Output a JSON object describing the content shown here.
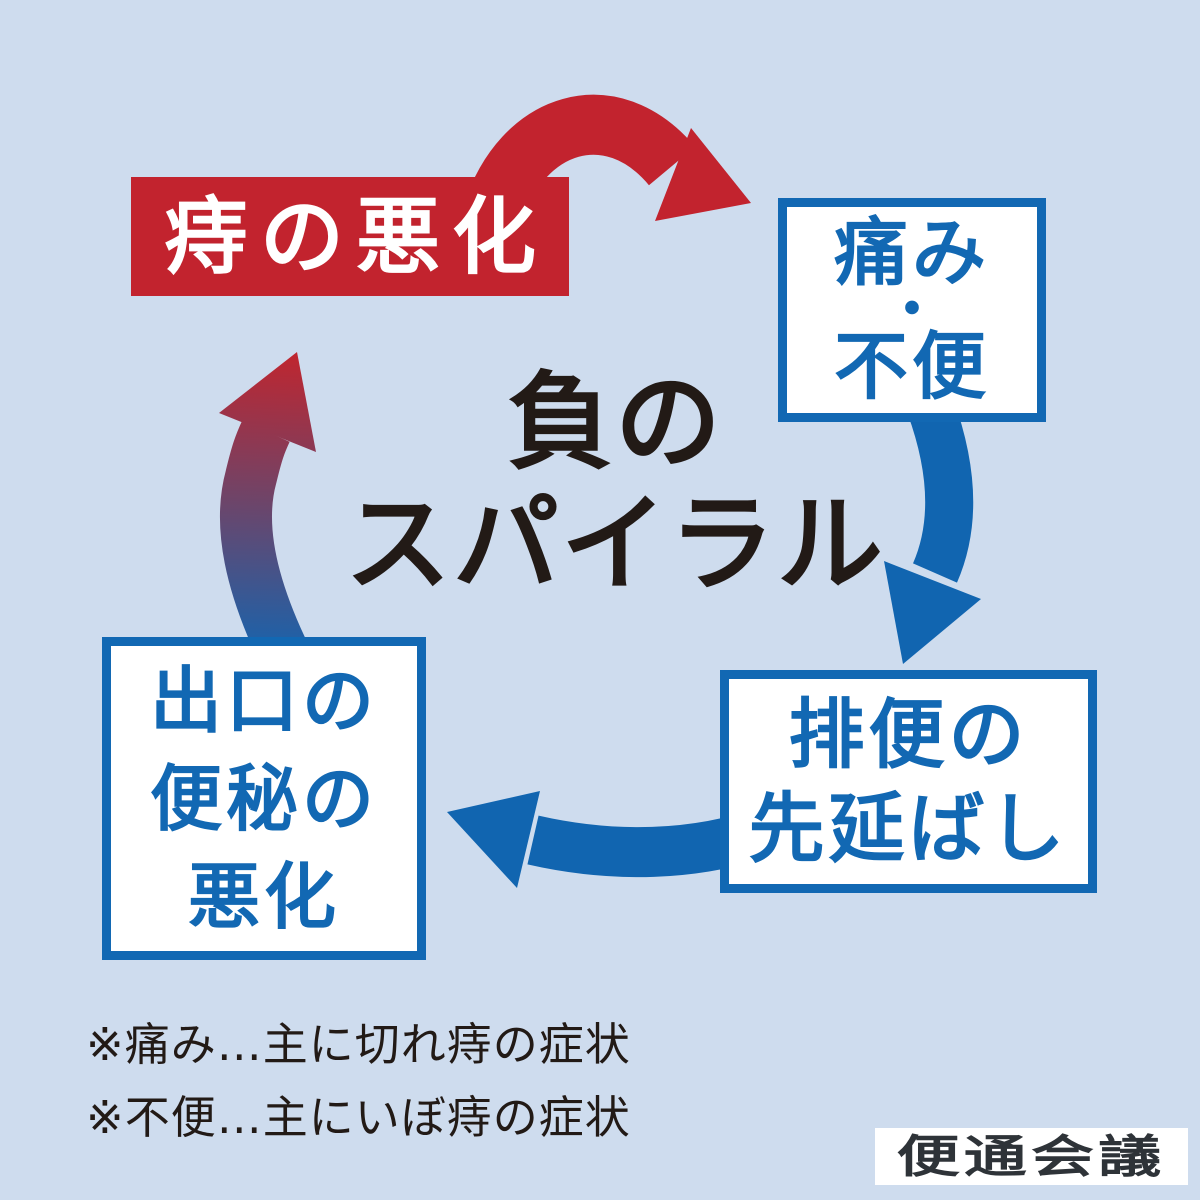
{
  "diagram": {
    "center_title": {
      "line1": "負の",
      "line2": "スパイラル"
    },
    "banner": {
      "label": "痔の悪化"
    },
    "nodes": {
      "pain": {
        "line1": "痛み",
        "separator": "・",
        "line2": "不便"
      },
      "postpone": {
        "line1": "排便の",
        "line2": "先延ばし"
      },
      "constipation": {
        "line1": "出口の",
        "line2": "便秘の",
        "line3": "悪化"
      }
    },
    "arrows": [
      {
        "name": "worsening-to-pain",
        "color": "#c2232e"
      },
      {
        "name": "pain-to-postpone",
        "color": "#1165b0"
      },
      {
        "name": "postpone-to-constipation",
        "color": "#1165b0"
      },
      {
        "name": "constipation-to-worsening",
        "color_gradient": [
          "#1465b0",
          "#6f4468",
          "#c1252e"
        ]
      }
    ],
    "notes": {
      "line1": "※痛み…主に切れ痔の症状",
      "line2": "※不便…主にいぼ痔の症状"
    },
    "logo": {
      "label": "便通会議"
    },
    "colors": {
      "background": "#cedcee",
      "red": "#c2232e",
      "arrow_blue": "#1165b0",
      "box_border_blue": "#1268b3",
      "dark_text": "#221a16",
      "box_fill": "#ffffff",
      "logo_text": "#2e3338"
    }
  }
}
